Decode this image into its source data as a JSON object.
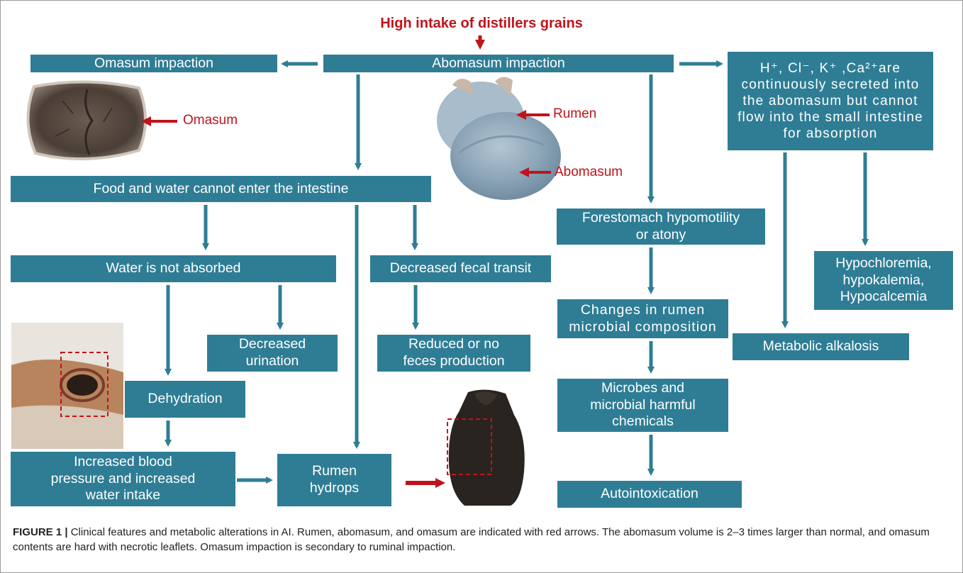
{
  "title": "High intake of distillers grains",
  "boxes": {
    "abomasum_impaction": "Abomasum impaction",
    "omasum_impaction": "Omasum impaction",
    "ion_secretion": "H⁺, Cl⁻, K⁺ ,Ca²⁺are continuously secreted into the abomasum but cannot flow into the small intestine for absorption",
    "food_water": "Food and water cannot enter the intestine",
    "forestomach": "Forestomach hypomotility\nor atony",
    "water_not_absorbed": "Water is not absorbed",
    "decreased_fecal_transit": "Decreased fecal transit",
    "hypochloremia": "Hypochloremia,\nhypokalemia,\nHypocalcemia",
    "rumen_microbial": "Changes in rumen\nmicrobial composition",
    "decreased_urination": "Decreased\nurination",
    "reduced_feces": "Reduced or no\nfeces  production",
    "metabolic_alkalosis": "Metabolic alkalosis",
    "microbes": "Microbes and\nmicrobial harmful\nchemicals",
    "dehydration": "Dehydration",
    "blood_pressure": "Increased blood\npressure and increased\nwater intake",
    "rumen_hydrops": "Rumen\nhydrops",
    "autointoxication": "Autointoxication"
  },
  "photo_labels": {
    "omasum": "Omasum",
    "rumen": "Rumen",
    "abomasum": "Abomasum"
  },
  "caption": {
    "label": "FIGURE 1 |",
    "text": " Clinical features and metabolic alterations in AI. Rumen, abomasum, and omasum are indicated with red arrows. The abomasum volume is 2–3 times larger than normal, and omasum contents are hard with necrotic leaflets. Omasum impaction is secondary to ruminal impaction."
  },
  "colors": {
    "box_fill": "#2e7d95",
    "arrow": "#2e7d95",
    "red": "#c0131b"
  }
}
